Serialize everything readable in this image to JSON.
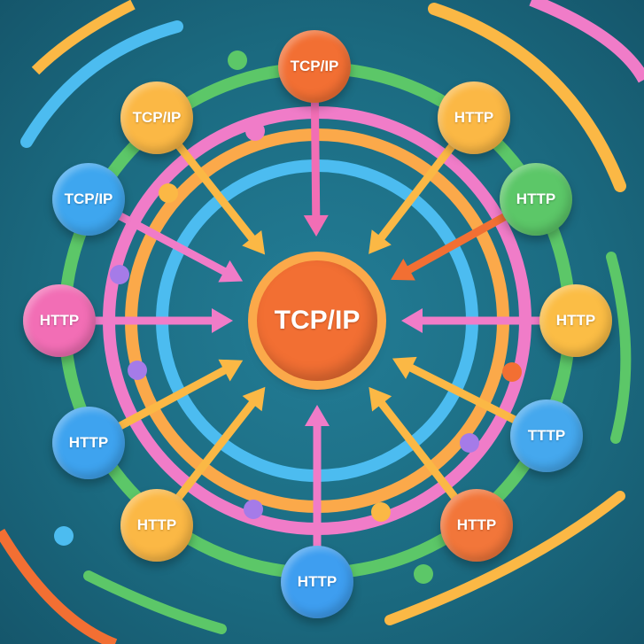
{
  "center": {
    "label": "TCP/IP",
    "color": "#f26f33"
  },
  "nodes": [
    {
      "label": "TCP/IP",
      "color": "#f26f33"
    },
    {
      "label": "HTTP",
      "color": "#fbb845"
    },
    {
      "label": "HTTP",
      "color": "#5cc768"
    },
    {
      "label": "HTTP",
      "color": "#fbbd45"
    },
    {
      "label": "TTTP",
      "color": "#45a8ee"
    },
    {
      "label": "HTTP",
      "color": "#f2763a"
    },
    {
      "label": "HTTP",
      "color": "#3e9ef0"
    },
    {
      "label": "HTTP",
      "color": "#fbb845"
    },
    {
      "label": "HTTP",
      "color": "#3ea3ef"
    },
    {
      "label": "HTTP",
      "color": "#f26eb5"
    },
    {
      "label": "TCP/IP",
      "color": "#3ea6ef"
    },
    {
      "label": "TCP/IP",
      "color": "#fbb845"
    }
  ],
  "ring_colors": [
    "#5cc768",
    "#f07cc8",
    "#fba94a",
    "#4cbcf0"
  ],
  "arrow_colors": [
    "#f26eb5",
    "#fbb845",
    "#f26f33",
    "#f07cc8",
    "#fbb845",
    "#fbb845",
    "#f07cc8",
    "#fbb845",
    "#fbb845",
    "#f07cc8",
    "#f07cc8",
    "#fbb845"
  ]
}
